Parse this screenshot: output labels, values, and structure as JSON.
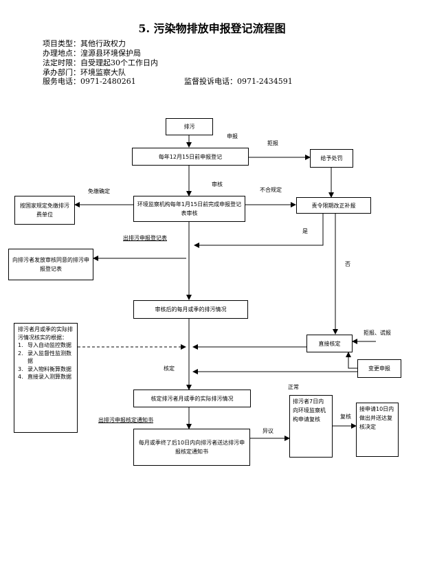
{
  "title": "5. 污染物排放申报登记流程图",
  "info": {
    "type": "项目类型：其他行政权力",
    "place": "办理地点：湟源县环境保护局",
    "deadline": "法定时限：自受理起30个工作日内",
    "dept": "承办部门：环境监察大队",
    "service_phone": "服务电话：0971-2480261",
    "complaint_phone": "监督投诉电话：0971-2434591"
  },
  "boxes": {
    "discharge": "排污",
    "declare": "每年12月15日前申报登记",
    "punish": "给予处罚",
    "exempt": "按国家规定免缴排污费单位",
    "review": "环境监察机构每年1月15日前完成申报登记表审核",
    "rectify": "责令限期改正补报",
    "issue_form": "向排污者发放审核同意的排污申报登记表",
    "monthly": "审核后的每月或季的排污情况",
    "direct_verify": "直接核定",
    "change_declare": "变更申报",
    "verify_actual": "核定排污者月或季的实际排污情况",
    "send_notice": "每月或季终了后10日内向排污者送达排污申报核定通知书",
    "apply_recheck": "排污者7日内向环境监察机构申请复核",
    "recheck_decision": "接申请10日内做出并送达复核决定"
  },
  "labels": {
    "declare": "申报",
    "refuse": "拒报",
    "audit": "审核",
    "exempt_confirm": "免缴确定",
    "not_comply": "不合规定",
    "yes": "是",
    "no": "否",
    "out_form": "出排污申报登记表",
    "refuse_false": "拒报、谎报",
    "verify": "核定",
    "out_notice": "出排污申报核定通知书",
    "objection": "异议",
    "normal": "正常",
    "recheck": "复核"
  },
  "basis": {
    "heading": "排污者月或季的实际排污情况核实的根据：",
    "items": [
      {
        "num": "1.",
        "text": "导入自动监控数据"
      },
      {
        "num": "2.",
        "text": "录入监督性监测数据"
      },
      {
        "num": "3.",
        "text": "录入物料衡算数据"
      },
      {
        "num": "4.",
        "text": "直接录入测算数据"
      }
    ]
  }
}
